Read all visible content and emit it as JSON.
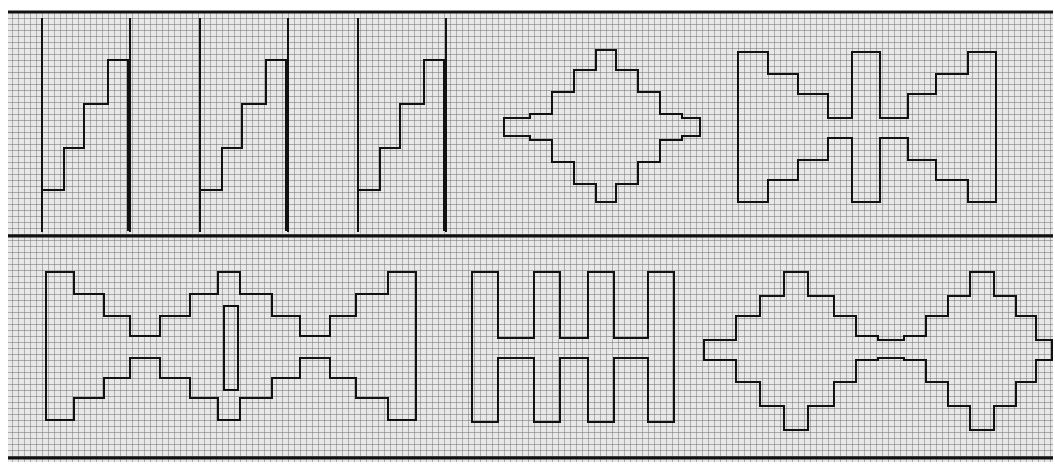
{
  "pattern": {
    "background_color": "#e8e8e8",
    "grid_color": "#6a6a6a",
    "line_color": "#111111"
  },
  "bands": [
    {
      "motifs": [
        "stair-step",
        "stair-step",
        "stair-step",
        "stepped-diamond",
        "double-comb"
      ]
    },
    {
      "motifs": [
        "comb-with-bar",
        "double-comb",
        "double-stepped-diamond"
      ]
    }
  ]
}
